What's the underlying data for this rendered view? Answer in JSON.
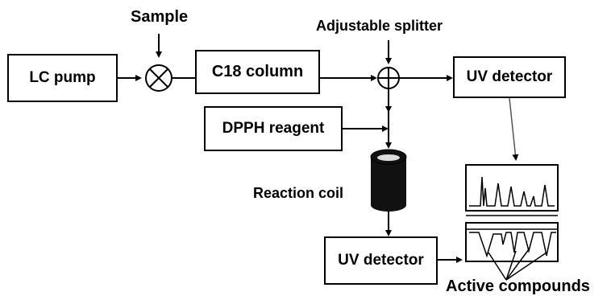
{
  "diagram": {
    "labels": {
      "sample": "Sample",
      "adjustable_splitter": "Adjustable splitter",
      "reaction_coil": "Reaction coil",
      "active_compounds": "Active compounds"
    },
    "boxes": {
      "lc_pump": "LC pump",
      "c18_column": "C18 column",
      "uv_detector_top": "UV detector",
      "dpph_reagent": "DPPH reagent",
      "uv_detector_bottom": "UV detector"
    },
    "colors": {
      "line": "#000000",
      "coil": "#111111",
      "box_fill": "#ffffff"
    }
  }
}
